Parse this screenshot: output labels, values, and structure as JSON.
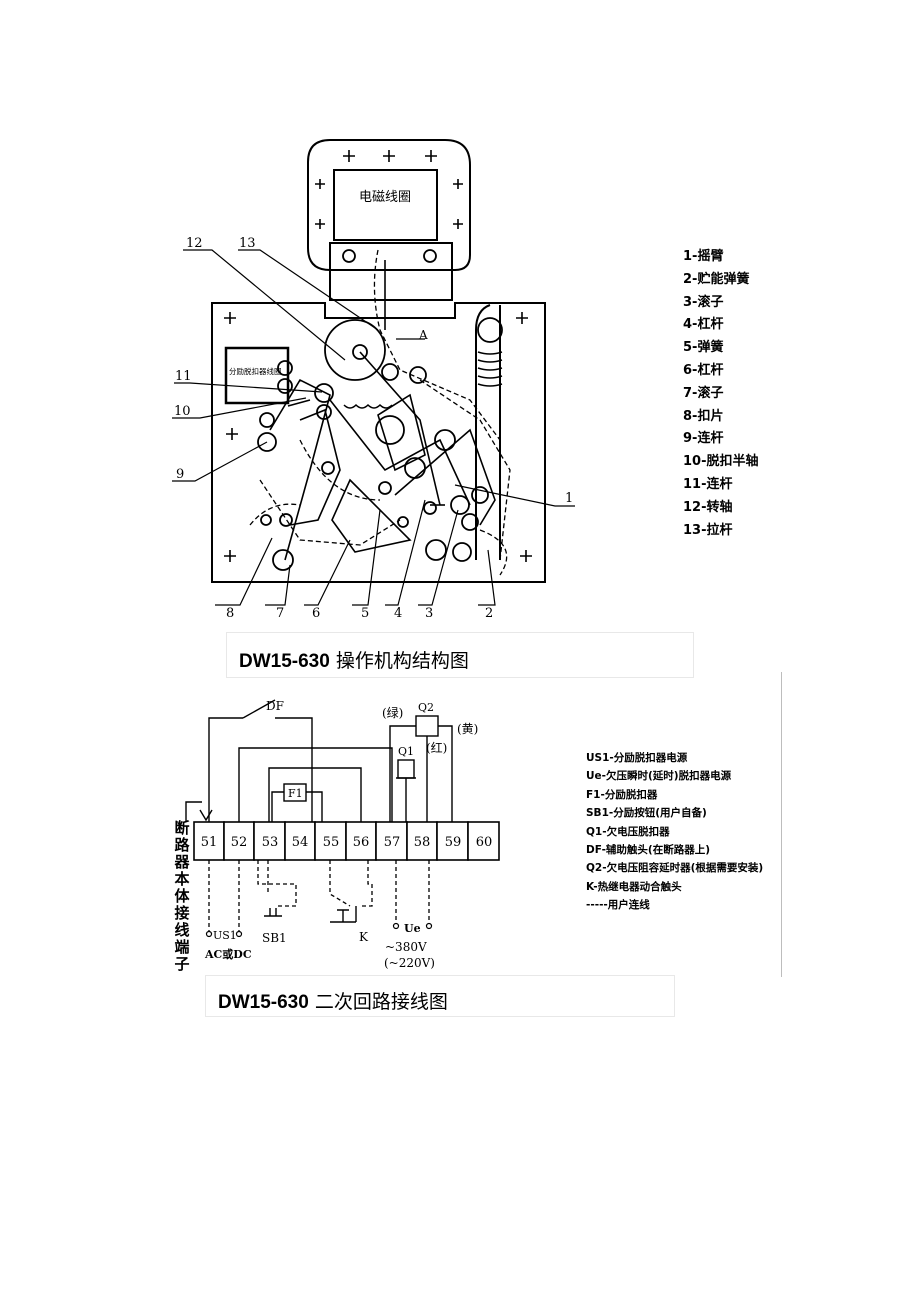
{
  "figure1": {
    "coil_label": "电磁线圈",
    "release_label": "分励脱扣器线圈",
    "point_a": "A",
    "callouts": [
      "1",
      "2",
      "3",
      "4",
      "5",
      "6",
      "7",
      "8",
      "9",
      "10",
      "11",
      "12",
      "13"
    ],
    "legend": [
      "1-摇臂",
      "2-贮能弹簧",
      "3-滚子",
      "4-杠杆",
      "5-弹簧",
      "6-杠杆",
      "7-滚子",
      "8-扣片",
      "9-连杆",
      "10-脱扣半轴",
      "11-连杆",
      "12-转轴",
      "13-拉杆"
    ],
    "caption_bold": "DW15-630",
    "caption_text": " 操作机构结构图"
  },
  "figure2": {
    "terminals": [
      "51",
      "52",
      "53",
      "54",
      "55",
      "56",
      "57",
      "58",
      "59",
      "60"
    ],
    "side_label": [
      "断",
      "路",
      "器",
      "本",
      "体",
      "接",
      "线",
      "端",
      "子"
    ],
    "df_label": "DF",
    "f1_label": "F1",
    "q1_label": "Q1",
    "q2_label": "Q2",
    "green_label": "(绿)",
    "yellow_label": "(黄)",
    "red_label": "(红)",
    "us1_label": "US1",
    "acdc_label": "AC或DC",
    "sb1_label": "SB1",
    "k_label": "K",
    "ue_label": "Ue",
    "v380_label": "~380V",
    "v220_label": "(~220V)",
    "legend": [
      "US1-分励脱扣器电源",
      "Ue-欠压瞬时(延时)脱扣器电源",
      "F1-分励脱扣器",
      "SB1-分励按钮(用户自备)",
      "Q1-欠电压脱扣器",
      "DF-辅助触头(在断路器上)",
      "Q2-欠电压阻容延时器(根据需要安装)",
      "K-热继电器动合触头",
      "-----用户连线"
    ],
    "caption_bold": "DW15-630",
    "caption_text": " 二次回路接线图"
  }
}
